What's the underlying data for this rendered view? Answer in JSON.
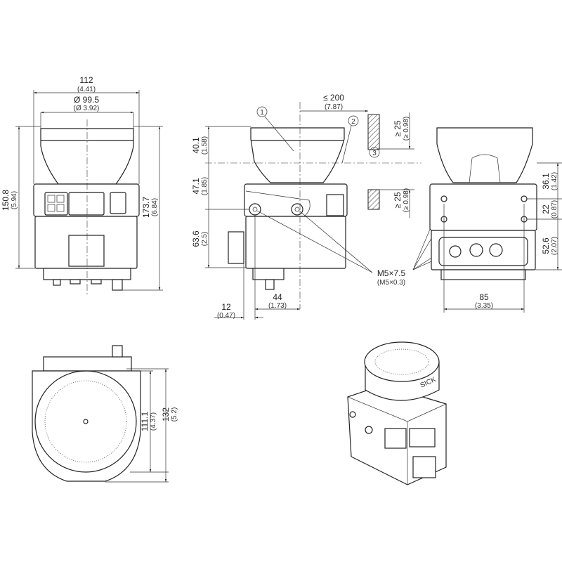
{
  "front_view": {
    "width_mm": "112",
    "width_in": "(4.41)",
    "dome_diameter_mm": "Ø 99.5",
    "dome_diameter_in": "(Ø 3.92)",
    "height_mm": "150.8",
    "height_in": "(5.94)",
    "total_height_mm": "173.7",
    "total_height_in": "(6.84)"
  },
  "side_view": {
    "distance_mm": "≤ 200",
    "distance_in": "(7.87)",
    "dome_height_mm": "40.1",
    "dome_height_in": "(1.58)",
    "upper_mm": "47.1",
    "upper_in": "(1.85)",
    "lower_mm": "63.6",
    "lower_in": "(2.5)",
    "gap_top_mm": "≥ 25",
    "gap_top_in": "(≥ 0.98)",
    "gap_bottom_mm": "≥ 25",
    "gap_bottom_in": "(≥ 0.98)",
    "offset_mm": "12",
    "offset_in": "(0.47)",
    "hole_mm": "44",
    "hole_in": "(1.73)",
    "callouts": [
      "1",
      "2",
      "3"
    ]
  },
  "thread": {
    "metric": "M5×7.5",
    "imperial": "(M5×0.3)"
  },
  "rear_view": {
    "a_mm": "36.1",
    "a_in": "(1.42)",
    "b_mm": "22",
    "b_in": "(0.87)",
    "c_mm": "52.6",
    "c_in": "(2.07)",
    "width_mm": "85",
    "width_in": "(3.35)"
  },
  "bottom_view": {
    "a_mm": "111.1",
    "a_in": "(4.37)",
    "b_mm": "132",
    "b_in": "(5.2)"
  },
  "iso_view": {
    "brand": "SICK"
  }
}
